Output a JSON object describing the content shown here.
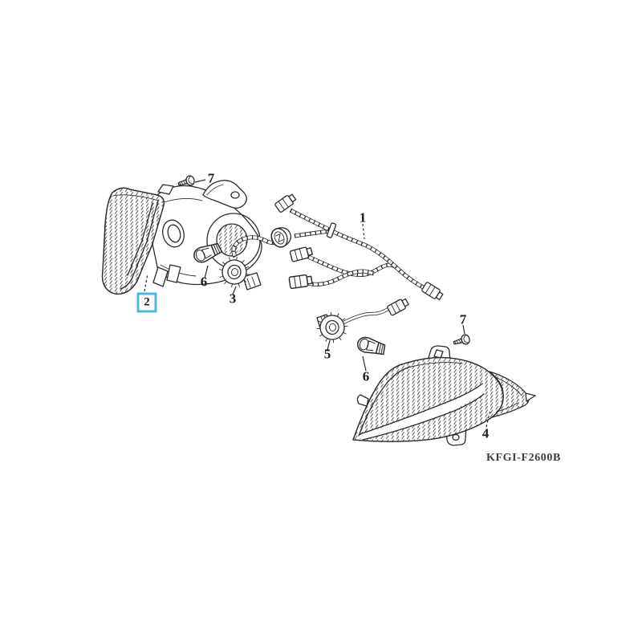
{
  "diagram": {
    "code": "KFGI-F2600B",
    "highlight_color": "#4db9d9",
    "line_color": "#2b2b2b",
    "labels": [
      {
        "text": "1",
        "selected": false
      },
      {
        "text": "2",
        "selected": true
      },
      {
        "text": "3",
        "selected": false
      },
      {
        "text": "4",
        "selected": false
      },
      {
        "text": "5",
        "selected": false
      },
      {
        "text": "6",
        "selected": false
      },
      {
        "text": "6",
        "selected": false
      },
      {
        "text": "7",
        "selected": false
      },
      {
        "text": "7",
        "selected": false
      }
    ]
  }
}
